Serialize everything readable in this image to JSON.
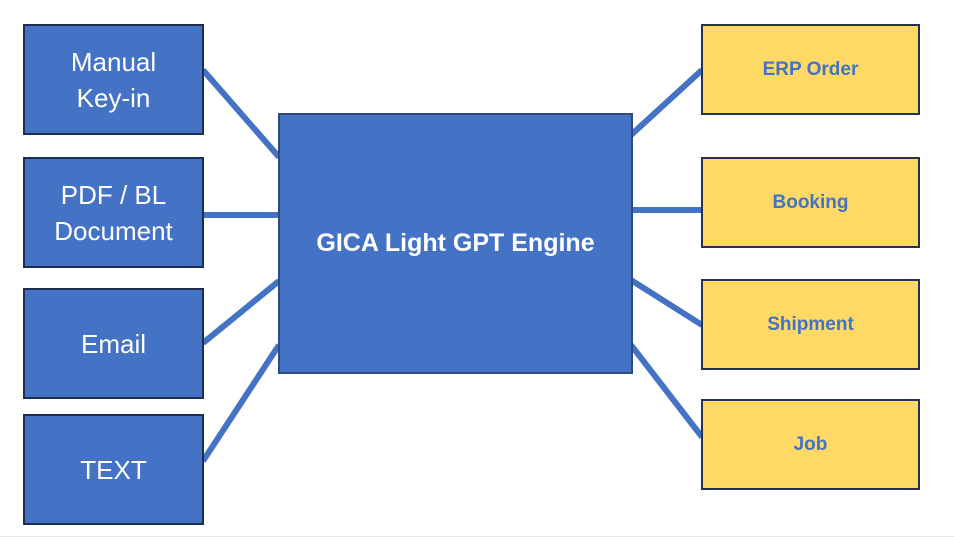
{
  "diagram": {
    "engine": {
      "label": "GICA Light GPT Engine"
    },
    "inputs": [
      {
        "label": "Manual\nKey-in"
      },
      {
        "label": "PDF / BL\nDocument"
      },
      {
        "label": "Email"
      },
      {
        "label": "TEXT"
      }
    ],
    "outputs": [
      {
        "label": "ERP Order"
      },
      {
        "label": "Booking"
      },
      {
        "label": "Shipment"
      },
      {
        "label": "Job"
      }
    ],
    "colors": {
      "input_fill": "#4472c4",
      "output_fill": "#ffd966",
      "connector": "#4472c4"
    }
  }
}
